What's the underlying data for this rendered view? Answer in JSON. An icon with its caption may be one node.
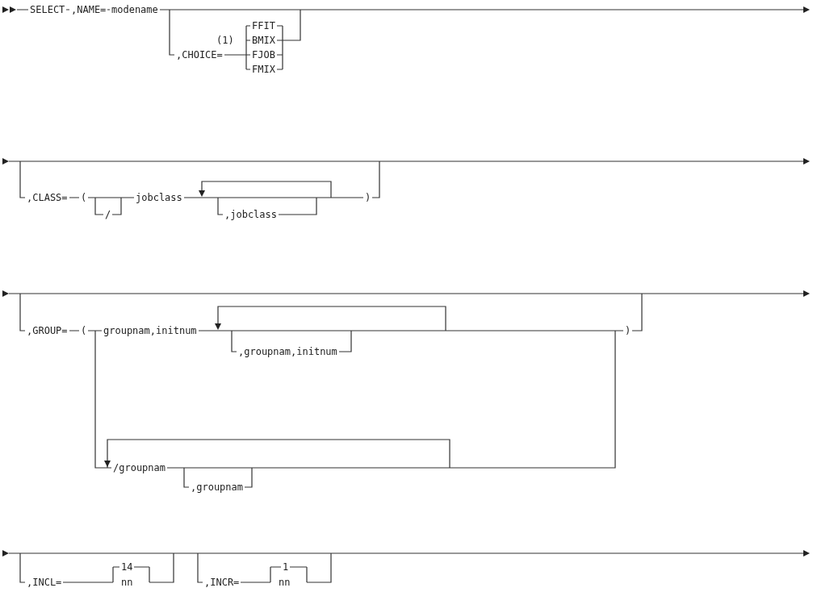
{
  "diagram": {
    "labels": [
      "SELECT",
      ",NAME=",
      "modename",
      "FFIT",
      "(1)",
      "BMIX",
      ",CHOICE=",
      "FJOB",
      "FMIX",
      ",CLASS=",
      "(",
      "jobclass",
      "/",
      ",jobclass",
      ")",
      ",GROUP=",
      "(",
      "groupnam,initnum",
      ")",
      ",groupnam,initnum",
      "/groupnam",
      ",groupnam",
      "14",
      ",INCL=",
      "nn",
      "1",
      ",INCR=",
      "nn"
    ]
  }
}
